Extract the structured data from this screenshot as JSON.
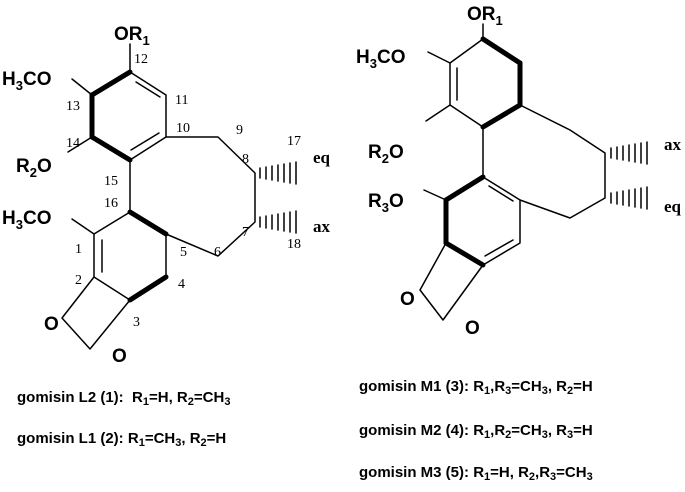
{
  "left": {
    "or1": {
      "main": "OR",
      "sub": "1"
    },
    "h3co_top": {
      "a": "H",
      "sub": "3",
      "b": "CO"
    },
    "r2o": {
      "a": "R",
      "sub": "2",
      "b": "O"
    },
    "h3co_bottom": {
      "a": "H",
      "sub": "3",
      "b": "CO"
    },
    "o_left": "O",
    "o_right": "O",
    "numbers": [
      "12",
      "13",
      "11",
      "14",
      "10",
      "9",
      "8",
      "17",
      "15",
      "16",
      "1",
      "7",
      "18",
      "6",
      "5",
      "2",
      "4",
      "3"
    ],
    "eq": "eq",
    "ax": "ax"
  },
  "right": {
    "or1": {
      "main": "OR",
      "sub": "1"
    },
    "h3co": {
      "a": "H",
      "sub": "3",
      "b": "CO"
    },
    "r2o": {
      "a": "R",
      "sub": "2",
      "b": "O"
    },
    "r3o": {
      "a": "R",
      "sub": "3",
      "b": "O"
    },
    "o_left": "O",
    "o_right": "O",
    "ax": "ax",
    "eq": "eq"
  },
  "captions": {
    "l2": {
      "name": "gomisin L2 (1):",
      "text": "R<sub>1</sub>=H, R<sub>2</sub>=CH<sub>3</sub>"
    },
    "l1": {
      "name": "gomisin L1 (2):",
      "text": "R<sub>1</sub>=CH<sub>3</sub>, R<sub>2</sub>=H"
    },
    "m1": {
      "name": "gomisin M1 (3):",
      "text": "R<sub>1</sub>,R<sub>3</sub>=CH<sub>3</sub>, R<sub>2</sub>=H"
    },
    "m2": {
      "name": "gomisin M2 (4):",
      "text": "R<sub>1</sub>,R<sub>2</sub>=CH<sub>3</sub>, R<sub>3</sub>=H"
    },
    "m3": {
      "name": "gomisin M3 (5):",
      "text": "R<sub>1</sub>=H, R<sub>2</sub>,R<sub>3</sub>=CH<sub>3</sub>"
    }
  }
}
